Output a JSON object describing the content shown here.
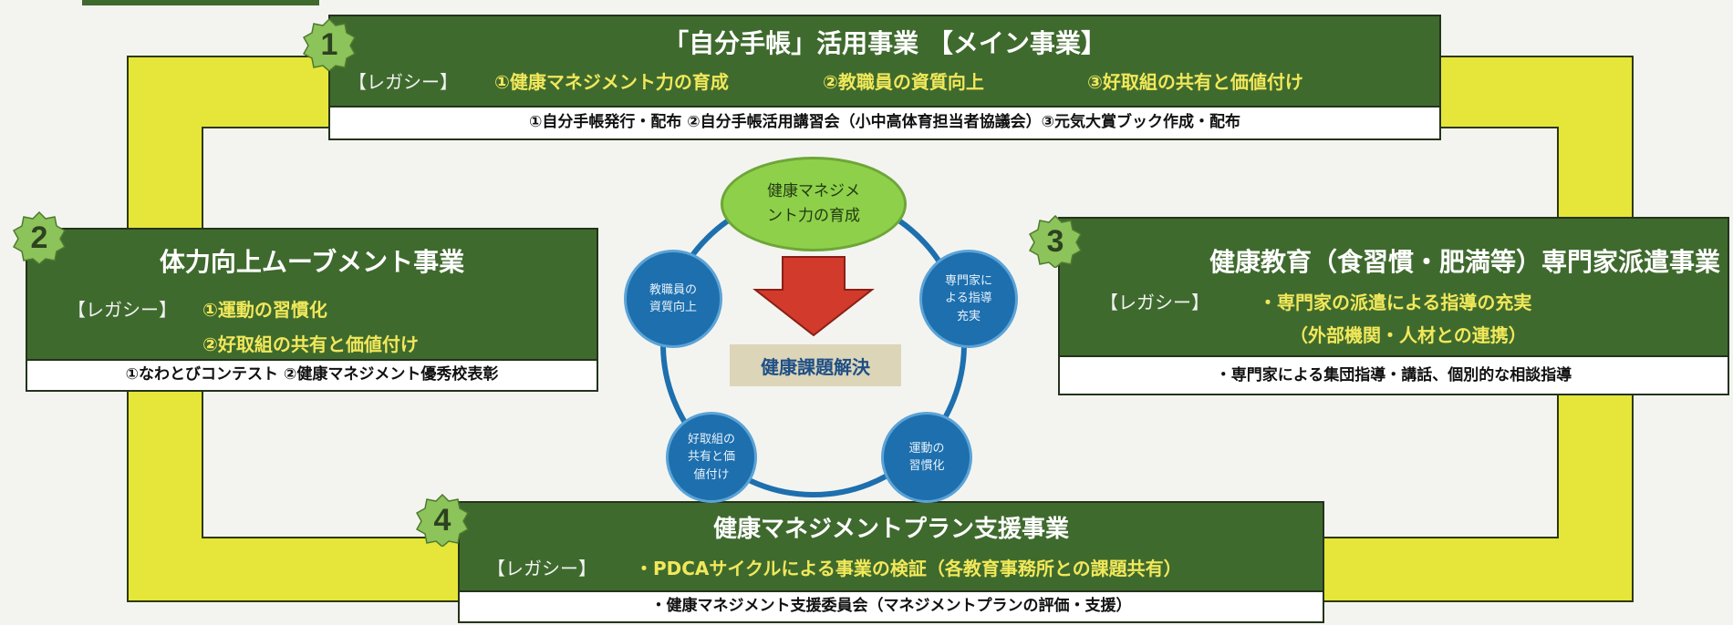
{
  "panels": {
    "p1": {
      "number": "1",
      "title": "「自分手帳」活用事業 【メイン事業】",
      "legacy_tag": "【レガシー】",
      "legacy_items": [
        "①健康マネジメント力の育成",
        "②教職員の資質向上",
        "③好取組の共有と価値付け"
      ],
      "activities": "①自分手帳発行・配布 ②自分手帳活用講習会（小中高体育担当者協議会）③元気大賞ブック作成・配布"
    },
    "p2": {
      "number": "2",
      "title": "体力向上ムーブメント事業",
      "legacy_tag": "【レガシー】",
      "legacy_items": [
        "①運動の習慣化",
        "②好取組の共有と価値付け"
      ],
      "activities": "①なわとびコンテスト ②健康マネジメント優秀校表彰"
    },
    "p3": {
      "number": "3",
      "title": "健康教育（食習慣・肥満等）専門家派遣事業",
      "legacy_tag": "【レガシー】",
      "legacy_items": [
        "・専門家の派遣による指導の充実",
        "（外部機関・人材との連携）"
      ],
      "activities": "・専門家による集団指導・講話、個別的な相談指導"
    },
    "p4": {
      "number": "4",
      "title": "健康マネジメントプラン支援事業",
      "legacy_tag": "【レガシー】",
      "legacy_items": [
        "・PDCAサイクルによる事業の検証（各教育事務所との課題共有）"
      ],
      "activities": "・健康マネジメント支援委員会（マネジメントプランの評価・支援）"
    }
  },
  "cycle": {
    "top": [
      "健康マネジメ",
      "ント力の育成"
    ],
    "right_upper": [
      "専門家に",
      "よる指導",
      "充実"
    ],
    "right_lower": [
      "運動の",
      "習慣化"
    ],
    "left_lower": [
      "好取組の",
      "共有と価",
      "値付け"
    ],
    "left_upper": [
      "教職員の",
      "資質向上"
    ],
    "center": "健康課題解決"
  },
  "colors": {
    "panel_green": "#3f6a2e",
    "frame_yellow": "#e6e63a",
    "legacy_text": "#f1e85a",
    "node_blue": "#1d6fae",
    "arrow_red": "#d23a2c"
  }
}
